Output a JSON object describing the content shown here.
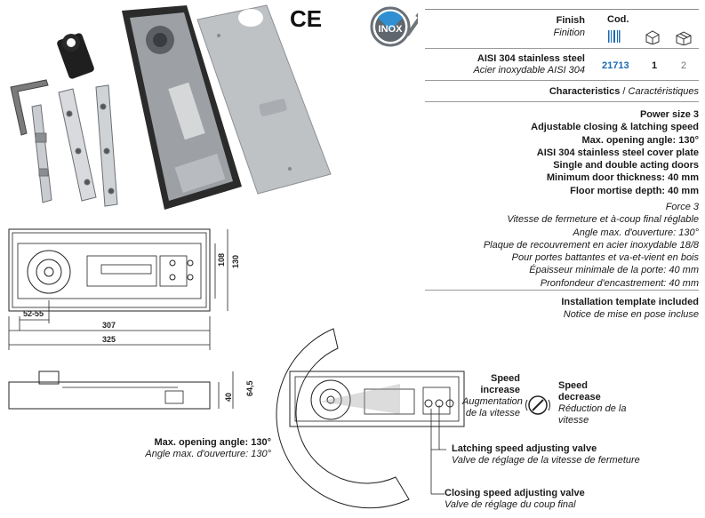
{
  "marks": {
    "ce": "CE",
    "inox": "INOX"
  },
  "header": {
    "finish_en": "Finish",
    "finish_fr": "Finition",
    "code_label": "Cod."
  },
  "product": {
    "name_en": "AISI 304 stainless steel",
    "name_fr": "Acier inoxydable AISI 304",
    "code": "21713",
    "qty_box": "1",
    "qty_carton": "2"
  },
  "characteristics": {
    "title_en": "Characteristics",
    "title_fr": "Caractéristiques",
    "en": [
      "Power size 3",
      "Adjustable closing & latching speed",
      "Max. opening angle: 130°",
      "AISI 304 stainless steel cover plate",
      "Single and double acting doors",
      "Minimum door thickness: 40 mm",
      "Floor mortise depth: 40 mm"
    ],
    "fr": [
      "Force 3",
      "Vitesse de fermeture et à-coup final réglable",
      "Angle max. d'ouverture: 130°",
      "Plaque de recouvrement en acier inoxydable 18/8",
      "Pour portes battantes et va-et-vient en bois",
      "Épaisseur minimale de la porte: 40 mm",
      "Pronfondeur d'encastrement: 40 mm"
    ]
  },
  "installation": {
    "en": "Installation template included",
    "fr": "Notice de mise en pose incluse"
  },
  "dimensions": {
    "d130": "130",
    "d108": "108",
    "d52": "52-55",
    "d307": "307",
    "d325": "325",
    "d40": "40",
    "d645": "64,5"
  },
  "callouts": {
    "angle_en": "Max. opening angle: 130°",
    "angle_fr": "Angle max. d'ouverture: 130°",
    "speed_inc_en1": "Speed",
    "speed_inc_en2": "increase",
    "speed_inc_fr1": "Augmentation",
    "speed_inc_fr2": "de la vitesse",
    "speed_dec_en1": "Speed",
    "speed_dec_en2": "decrease",
    "speed_dec_fr1": "Réduction de la",
    "speed_dec_fr2": "vitesse",
    "latch_en": "Latching speed adjusting valve",
    "latch_fr": "Valve de réglage de la vitesse de fermeture",
    "close_en": "Closing speed adjusting valve",
    "close_fr": "Valve de réglage du coup final"
  }
}
